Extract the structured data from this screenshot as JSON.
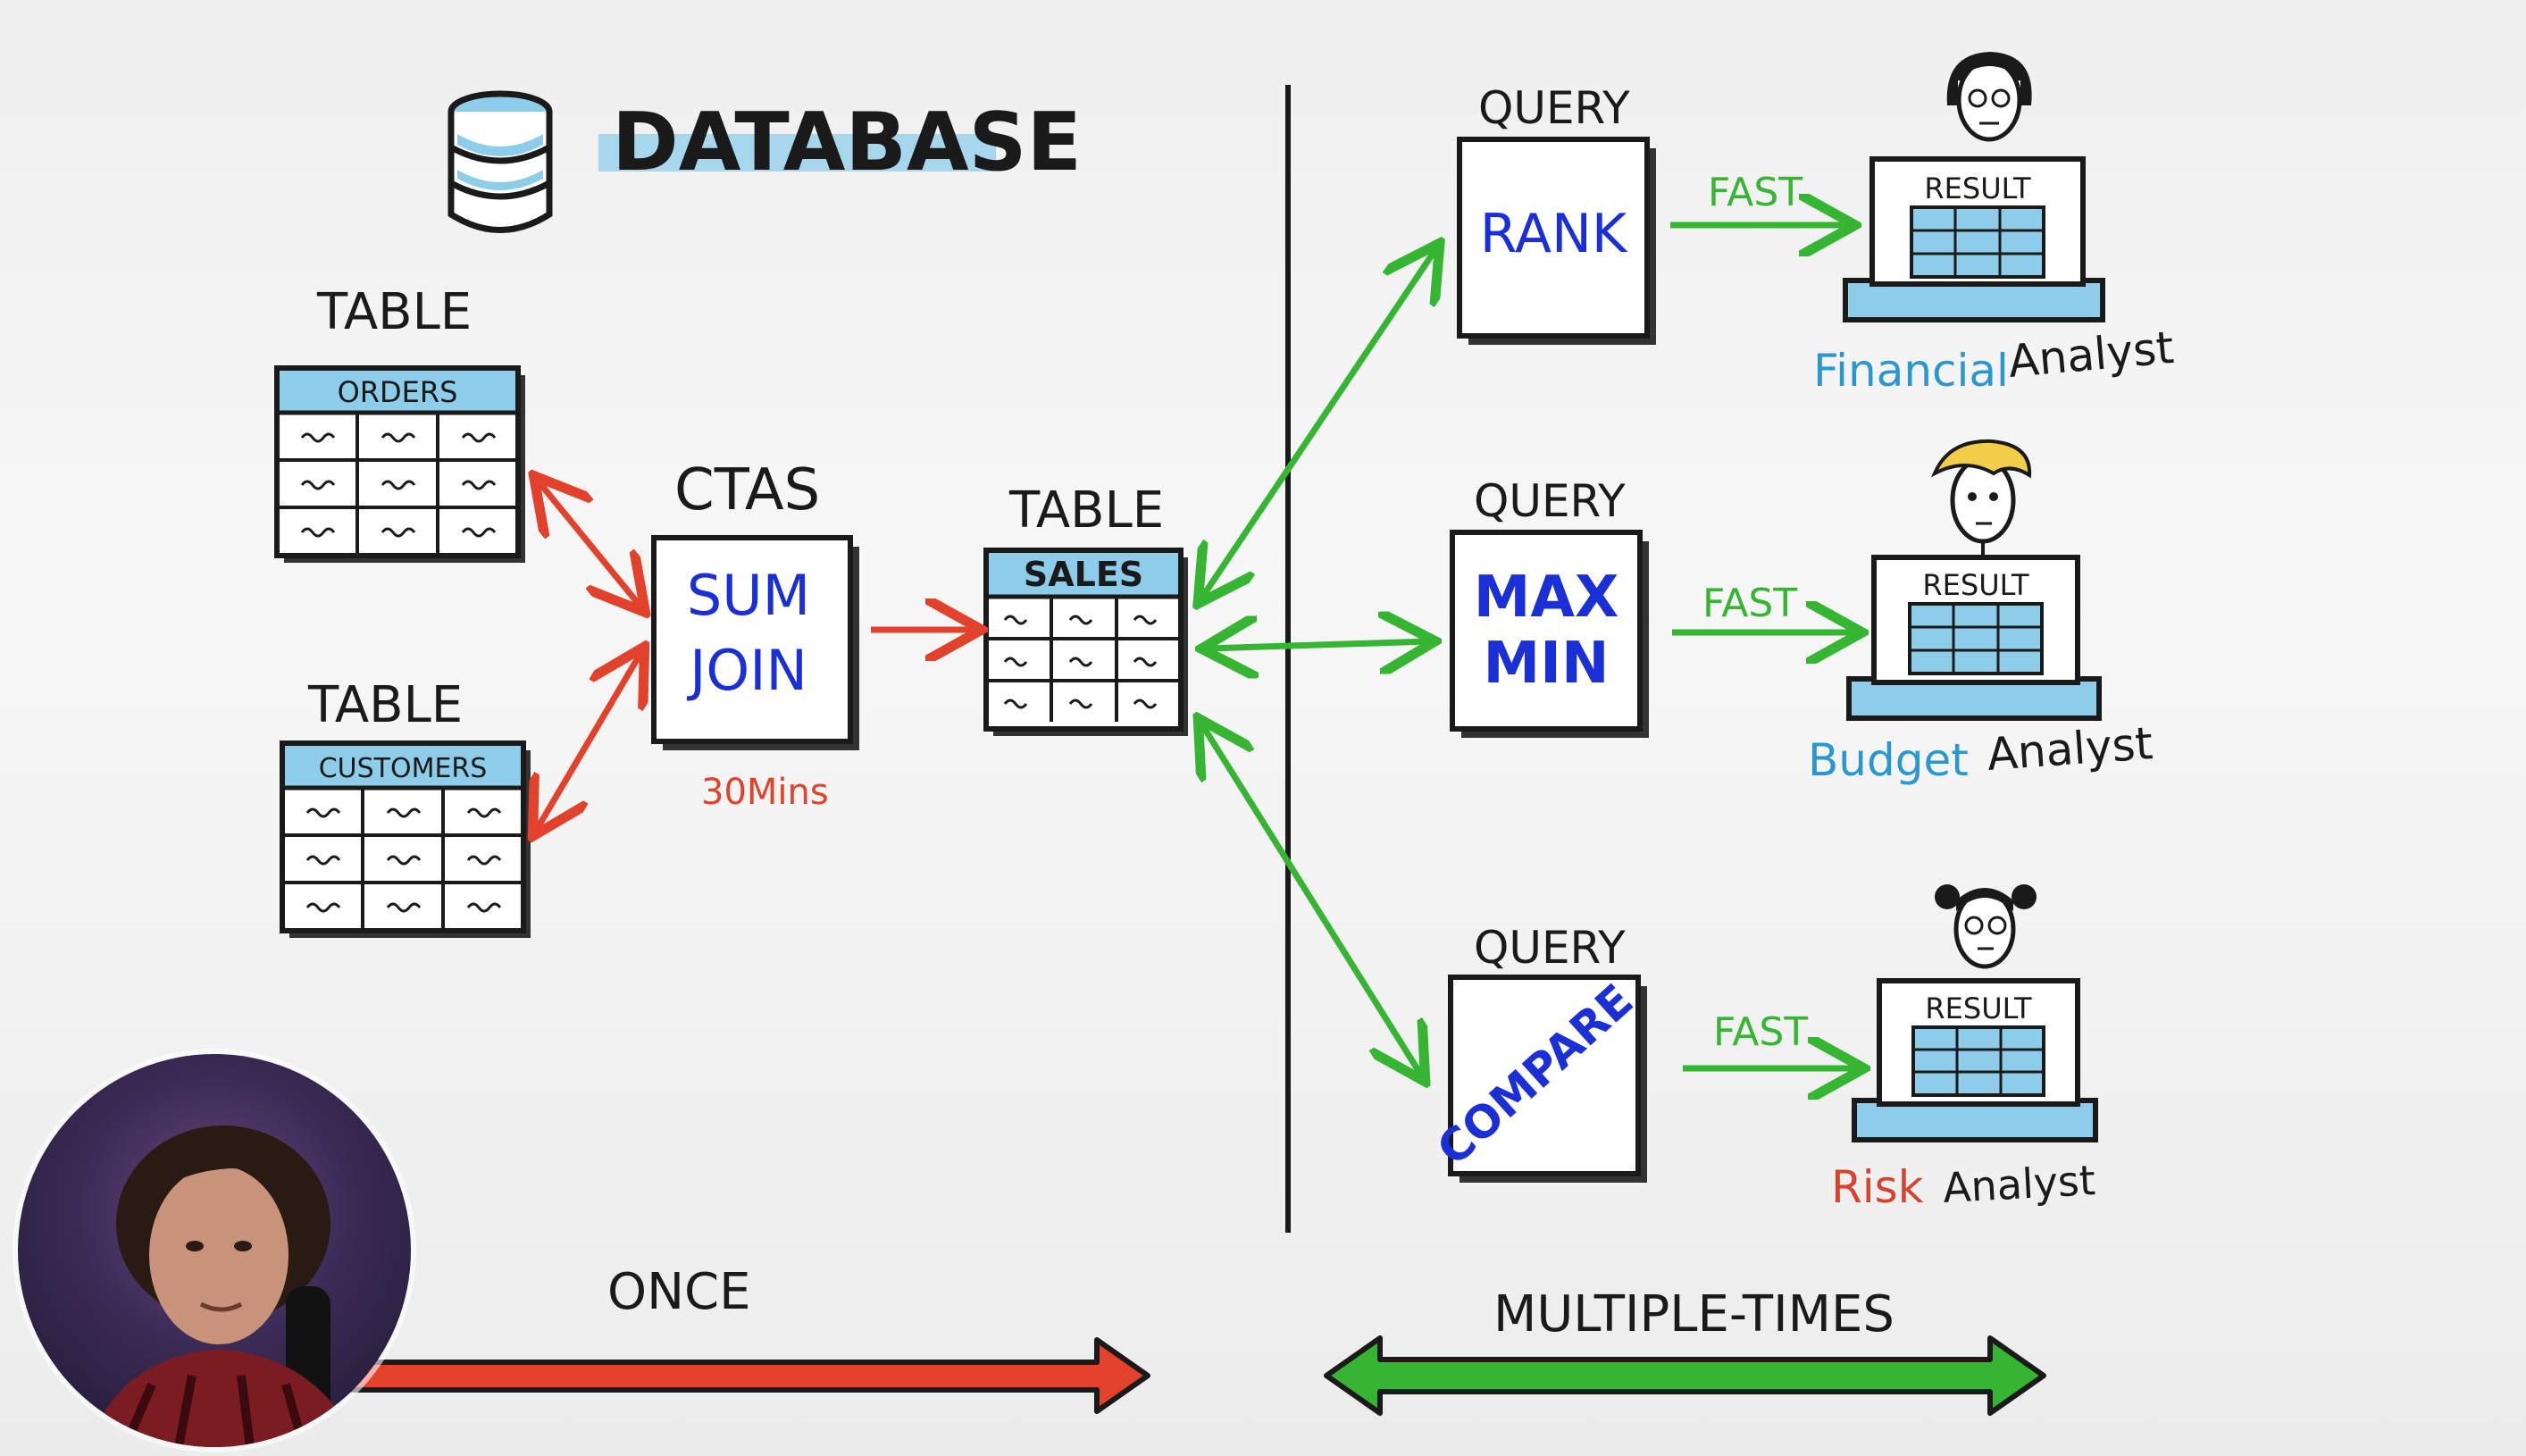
{
  "colors": {
    "ink": "#1a1a1a",
    "header_blue": "#8ecdea",
    "text_blue": "#1a2fd6",
    "arrow_red": "#e2412b",
    "arrow_green": "#36b533",
    "financial_blue": "#2a98d0",
    "risk_red": "#d8432e"
  },
  "database": {
    "title": "DATABASE",
    "icon": "database-icon"
  },
  "tables": {
    "orders": {
      "caption": "TABLE",
      "header": "ORDERS"
    },
    "customers": {
      "caption": "TABLE",
      "header": "CUSTOMERS"
    },
    "sales": {
      "caption": "TABLE",
      "header": "SALES"
    }
  },
  "ctas": {
    "caption": "CTAS",
    "line1": "SUM",
    "line2": "JOIN",
    "duration": "30Mins"
  },
  "queries": [
    {
      "caption": "QUERY",
      "lines": [
        "RANK"
      ],
      "speed": "FAST",
      "result": "RESULT",
      "role_word": "Financial",
      "role_suffix": "Analyst"
    },
    {
      "caption": "QUERY",
      "lines": [
        "MAX",
        "MIN"
      ],
      "speed": "FAST",
      "result": "RESULT",
      "role_word": "Budget",
      "role_suffix": "Analyst"
    },
    {
      "caption": "QUERY",
      "lines": [
        "COMPARE"
      ],
      "speed": "FAST",
      "result": "RESULT",
      "role_word": "Risk",
      "role_suffix": "Analyst"
    }
  ],
  "footer": {
    "once_label": "ONCE",
    "multiple_label": "MULTIPLE-TIMES"
  }
}
